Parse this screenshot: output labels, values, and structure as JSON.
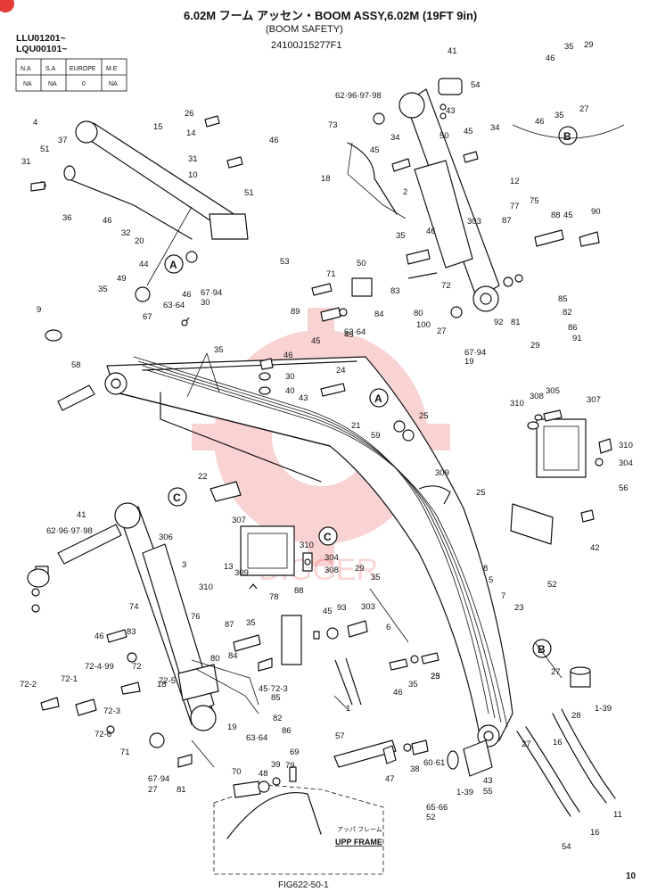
{
  "header": {
    "title_line1": "6.02M フーム アッセン・BOOM ASSY,6.02M (19FT 9in)",
    "title_line2": "(BOOM SAFETY)",
    "part_number": "24100J15277F1",
    "serial_1": "LLU01201~",
    "serial_2": "LQU00101~"
  },
  "applicability_table": {
    "headers": [
      "N.A",
      "S.A",
      "EUROPE",
      "M.E"
    ],
    "values": [
      "NA",
      "NA",
      "0",
      "NA"
    ]
  },
  "callouts": [
    "A",
    "B",
    "C"
  ],
  "frame_label": {
    "jp": "アッパ フレーム",
    "en": "UPP FRAME"
  },
  "footer": {
    "figure": "FIG622-50-1",
    "page": "10"
  },
  "watermark": "DIGGER",
  "labels": [
    "41",
    "54",
    "62·96·97·98",
    "43",
    "73",
    "34",
    "50",
    "45",
    "34",
    "18",
    "45",
    "2",
    "12",
    "77",
    "75",
    "87",
    "88",
    "45",
    "90",
    "303",
    "35",
    "46",
    "71",
    "50",
    "72",
    "83",
    "89",
    "84",
    "80",
    "100",
    "27",
    "45",
    "92",
    "81",
    "85",
    "82",
    "86",
    "91",
    "45",
    "63·64",
    "67·94",
    "19",
    "29",
    "46",
    "35",
    "29",
    "46",
    "35",
    "27",
    "4",
    "15",
    "26",
    "14",
    "46",
    "51",
    "37",
    "31",
    "31",
    "51",
    "10",
    "36",
    "46",
    "32",
    "20",
    "53",
    "44",
    "49",
    "35",
    "46",
    "63·64",
    "67·94",
    "30",
    "67",
    "9",
    "35",
    "46",
    "30",
    "40",
    "24",
    "43",
    "25",
    "21",
    "59",
    "58",
    "22",
    "25",
    "309",
    "310",
    "308",
    "305",
    "307",
    "310",
    "304",
    "56",
    "41",
    "62·96·97·98",
    "306",
    "307",
    "310",
    "304",
    "308",
    "310",
    "309",
    "13",
    "3",
    "74",
    "76",
    "78",
    "88",
    "45",
    "93",
    "303",
    "87",
    "35",
    "46",
    "83",
    "84",
    "80",
    "45·72-3",
    "72-4·99",
    "72",
    "72-5",
    "72-2",
    "72-1",
    "72-3",
    "72-6",
    "71",
    "18",
    "19",
    "63·64",
    "67·94",
    "27",
    "81",
    "85",
    "82",
    "86",
    "79",
    "1",
    "6",
    "5",
    "8",
    "7",
    "23",
    "27",
    "42",
    "35",
    "25",
    "29",
    "46",
    "35",
    "23",
    "52",
    "1-39",
    "28",
    "27",
    "16",
    "11",
    "16",
    "54",
    "43",
    "55",
    "57",
    "70",
    "48",
    "39",
    "69",
    "47",
    "38",
    "60·61",
    "65·66",
    "52",
    "1-39"
  ]
}
